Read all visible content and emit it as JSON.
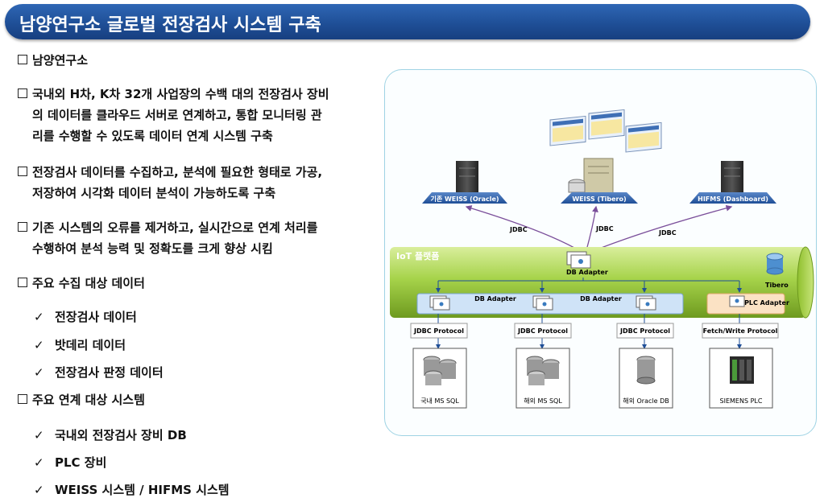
{
  "title": "남양연구소 글로벌 전장검사 시스템 구축",
  "bullets": [
    "남양연구소",
    "국내외 H차, K차 32개 사업장의 수백 대의 전장검사 장비",
    "의 데이터를 클라우드 서버로 연계하고, 통합 모니터링 관",
    "리를 수행할 수 있도록 데이터 연계 시스템 구축",
    "전장검사 데이터를 수집하고, 분석에 필요한 형태로 가공,",
    "저장하여 시각화 데이터 분석이 가능하도록 구축",
    "기존 시스템의 오류를 제거하고, 실시간으로 연계 처리를",
    "수행하여 분석 능력 및 정확도를 크게 향상 시킴",
    "주요 수집 대상 데이터",
    "주요 연계 대상 시스템"
  ],
  "data_items": [
    "전장검사 데이터",
    "밧데리 데이터",
    "전장검사 판정 데이터"
  ],
  "system_items": [
    "국내외 전장검사 장비 DB",
    "PLC 장비",
    "WEISS 시스템 / HIFMS 시스템"
  ],
  "checkmark": "✓",
  "diagram": {
    "top_systems": [
      "기존 WEISS (Oracle)",
      "WEISS (Tibero)",
      "HIFMS (Dashboard)"
    ],
    "jdbc": [
      "JDBC",
      "JDBC",
      "JDBC"
    ],
    "platform": "IoT 플랫폼",
    "db_adapter_top": "DB Adapter",
    "tibero": "Tibero",
    "adapters": [
      "DB Adapter",
      "DB Adapter",
      "PLC Adapter"
    ],
    "protocols": [
      "JDBC Protocol",
      "JDBC Protocol",
      "JDBC Protocol",
      "Fetch/Write Protocol"
    ],
    "sources": [
      "국내 MS SQL",
      "해외 MS SQL",
      "해외 Oracle DB",
      "SIEMENS PLC"
    ]
  },
  "colors": {
    "title_bg": "#1f4f97",
    "platform_green": "#9ccc3a",
    "adapter_blue": "#cfe3f7",
    "plc_orange": "#fbe2c4"
  }
}
